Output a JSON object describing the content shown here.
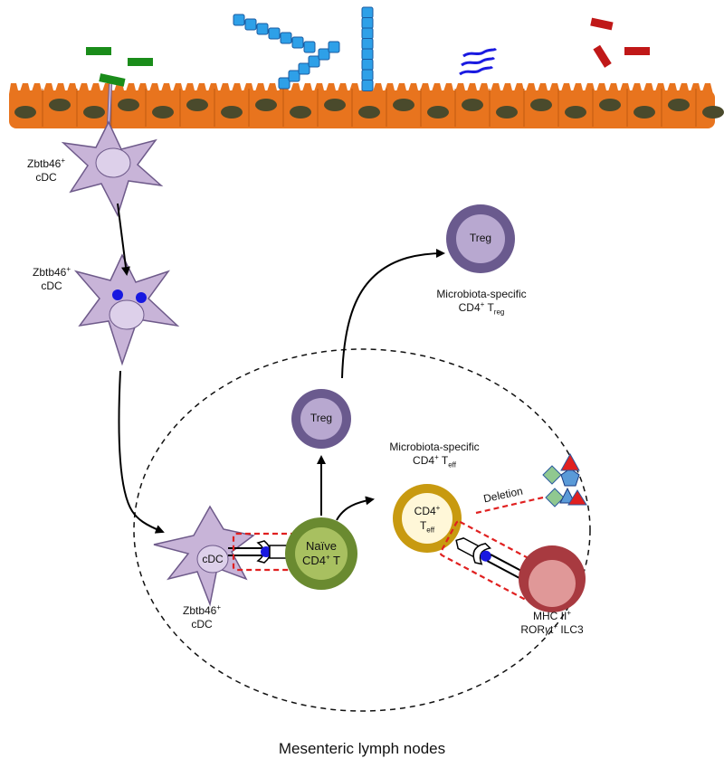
{
  "labels": {
    "cdc_cell_1": {
      "main": "Zbtb46",
      "sup": "+",
      "line2": "cDC"
    },
    "cdc_cell_2": {
      "main": "Zbtb46",
      "sup": "+",
      "line2": "cDC"
    },
    "cdc_cell_3": {
      "main": "Zbtb46",
      "sup": "+",
      "line2": "cDC"
    },
    "cdc_inner": "cDC",
    "naive_t": {
      "line1": "Naïve",
      "line2a": "CD4",
      "line2sup": "+",
      "line2b": " T"
    },
    "treg_inner_1": "Treg",
    "treg_inner_2": "Treg",
    "treg_caption": {
      "line1": "Microbiota-specific",
      "line2a": "CD4",
      "line2sup": "+",
      "line2b": " T",
      "line2sub": "reg"
    },
    "teff_inner": {
      "line1a": "CD4",
      "line1sup": "+",
      "line2a": "T",
      "line2sub": "eff"
    },
    "teff_caption": {
      "line1": "Microbiota-specific",
      "line2a": "CD4",
      "line2sup": "+",
      "line2b": " T",
      "line2sub": "eff"
    },
    "deletion": "Deletion",
    "ilc3": {
      "line1a": "MHC II",
      "line1sup": "+",
      "line2a": "ROR",
      "line2gamma": "γ",
      "line2b": "t",
      "line2sup": "+",
      "line2c": " ILC3"
    },
    "lymph_nodes": "Mesenteric lymph nodes"
  },
  "colors": {
    "epithelium": "#e8741e",
    "nucleus": "#4a4a2c",
    "dc_body": "#c8b4d8",
    "dc_outline": "#6e5a8a",
    "treg_outer": "#6a5a8e",
    "treg_inner": "#b8a8d0",
    "naive_outer": "#6a8a30",
    "naive_inner": "#a8c060",
    "teff_outer": "#c89a10",
    "teff_inner": "#fff7d8",
    "ilc3_outer": "#a83a40",
    "ilc3_inner": "#e09898",
    "bacteria_green": "#1a8c1a",
    "bacteria_blue_chain": "#2ea0e8",
    "bacteria_spiral": "#1a1ae0",
    "bacteria_red": "#c01818",
    "synapse_box": "#e02020",
    "antigen_blue": "#1818e0"
  }
}
